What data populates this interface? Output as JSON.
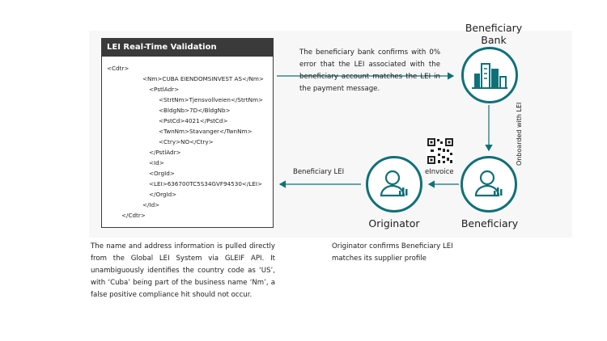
{
  "validation_box": {
    "title": "LEI Real-Time Validation",
    "lines": [
      "<Cdtr>",
      "<Nm>CUBA EIENDOMSINVEST AS</Nm>",
      "<PstlAdr>",
      "<StrtNm>Tjensvollveien</StrtNm>",
      "<BldgNb>7D</BldgNb>",
      "<PstCd>4021</PstCd>",
      "<TwnNm>Stavanger</TwnNm>",
      "<Ctry>NO</Ctry>",
      "</PstlAdr>",
      "<Id>",
      "<OrgId>",
      "<LEI>636700TC5S34GVF94530</LEI>",
      "</OrgId>",
      "</Id>",
      "</Cdtr>"
    ]
  },
  "bank_message": "The beneficiary bank confirms with 0% error that the LEI associated with the beneficiary account matches the LEI in the payment message.",
  "nodes": {
    "bank": "Beneficiary\nBank",
    "beneficiary": "Beneficiary",
    "originator": "Originator"
  },
  "edge_labels": {
    "onboarded": "Onboarded with LEI",
    "einvoice": "eInvoice",
    "beneficiary_lei": "Beneficiary LEI"
  },
  "footer_left": "The name and address information is pulled directly from the Global LEI System via GLEIF API. It unambiguously identifies the country code as ‘US’, with ‘Cuba’ being part of the business name ‘Nm’, a false positive compliance hit should not occur.",
  "footer_right": "Originator confirms Beneficiary LEI matches its supplier profile",
  "colors": {
    "accent": "#0f7178",
    "header": "#3a3a3a"
  }
}
